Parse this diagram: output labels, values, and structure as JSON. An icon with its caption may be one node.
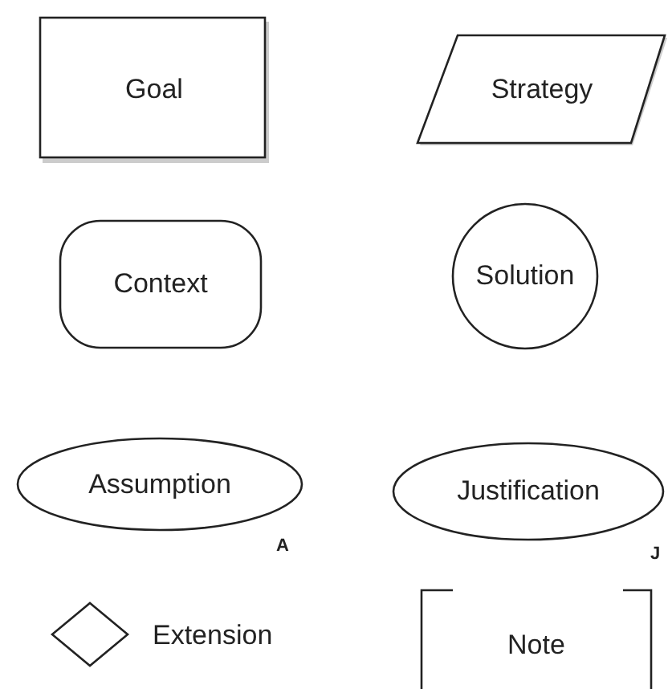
{
  "diagram": {
    "nodes": [
      {
        "text": [
          "Goal"
        ]
      },
      {
        "text": [
          "Strategy"
        ]
      },
      {
        "text": [
          "Context"
        ]
      },
      {
        "text": [
          "Solution"
        ]
      },
      {
        "text": [
          "Assumption"
        ],
        "beside": [
          "A"
        ]
      },
      {
        "text": [
          "Justification"
        ],
        "beside": [
          "J"
        ]
      },
      {
        "text": [],
        "shape": "diamond",
        "beside": [
          "Extension"
        ]
      },
      {
        "text": [
          "Note"
        ]
      }
    ]
  }
}
